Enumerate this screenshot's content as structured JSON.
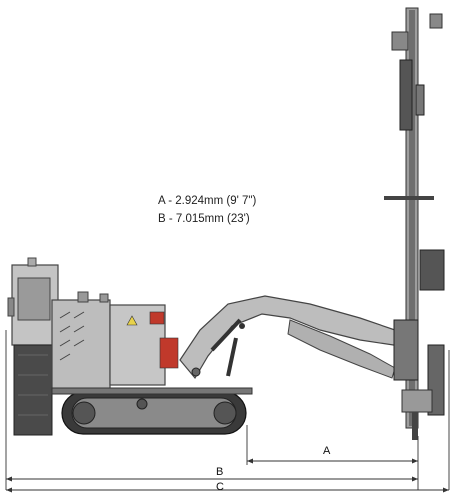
{
  "specs": [
    {
      "letter": "A",
      "text": "A - 2.924mm (9' 7\")"
    },
    {
      "letter": "B",
      "text": "B - 7.015mm (23')"
    }
  ],
  "dimensions": [
    {
      "label": "A"
    },
    {
      "label": "B"
    },
    {
      "label": "C"
    }
  ],
  "colors": {
    "machine_body": "#b9b9b9",
    "machine_dark": "#4a4a4a",
    "track": "#3a3a3a",
    "accent_red": "#c0392b",
    "dimension_line": "#333333"
  }
}
